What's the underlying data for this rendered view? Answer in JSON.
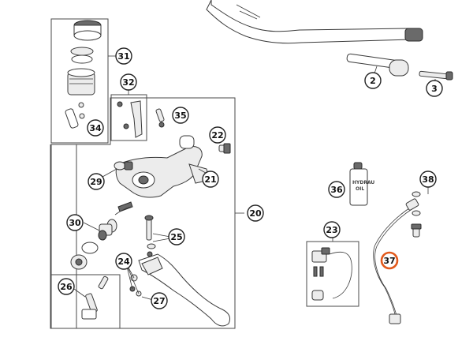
{
  "diagram": {
    "callouts": [
      {
        "id": "2",
        "label": "2",
        "highlighted": false
      },
      {
        "id": "3",
        "label": "3",
        "highlighted": false
      },
      {
        "id": "20",
        "label": "20",
        "highlighted": false
      },
      {
        "id": "21",
        "label": "21",
        "highlighted": false
      },
      {
        "id": "22",
        "label": "22",
        "highlighted": false
      },
      {
        "id": "23",
        "label": "23",
        "highlighted": false
      },
      {
        "id": "24",
        "label": "24",
        "highlighted": false
      },
      {
        "id": "25",
        "label": "25",
        "highlighted": false
      },
      {
        "id": "26",
        "label": "26",
        "highlighted": false
      },
      {
        "id": "27",
        "label": "27",
        "highlighted": false
      },
      {
        "id": "29",
        "label": "29",
        "highlighted": false
      },
      {
        "id": "30",
        "label": "30",
        "highlighted": false
      },
      {
        "id": "31",
        "label": "31",
        "highlighted": false
      },
      {
        "id": "32",
        "label": "32",
        "highlighted": false
      },
      {
        "id": "34",
        "label": "34",
        "highlighted": false
      },
      {
        "id": "35",
        "label": "35",
        "highlighted": false
      },
      {
        "id": "36",
        "label": "36",
        "highlighted": false
      },
      {
        "id": "37",
        "label": "37",
        "highlighted": true
      },
      {
        "id": "38",
        "label": "38",
        "highlighted": false
      }
    ],
    "highlight_color": "#e2591b",
    "oil_bottle_text": [
      "HYDRAU",
      "OIL"
    ]
  }
}
